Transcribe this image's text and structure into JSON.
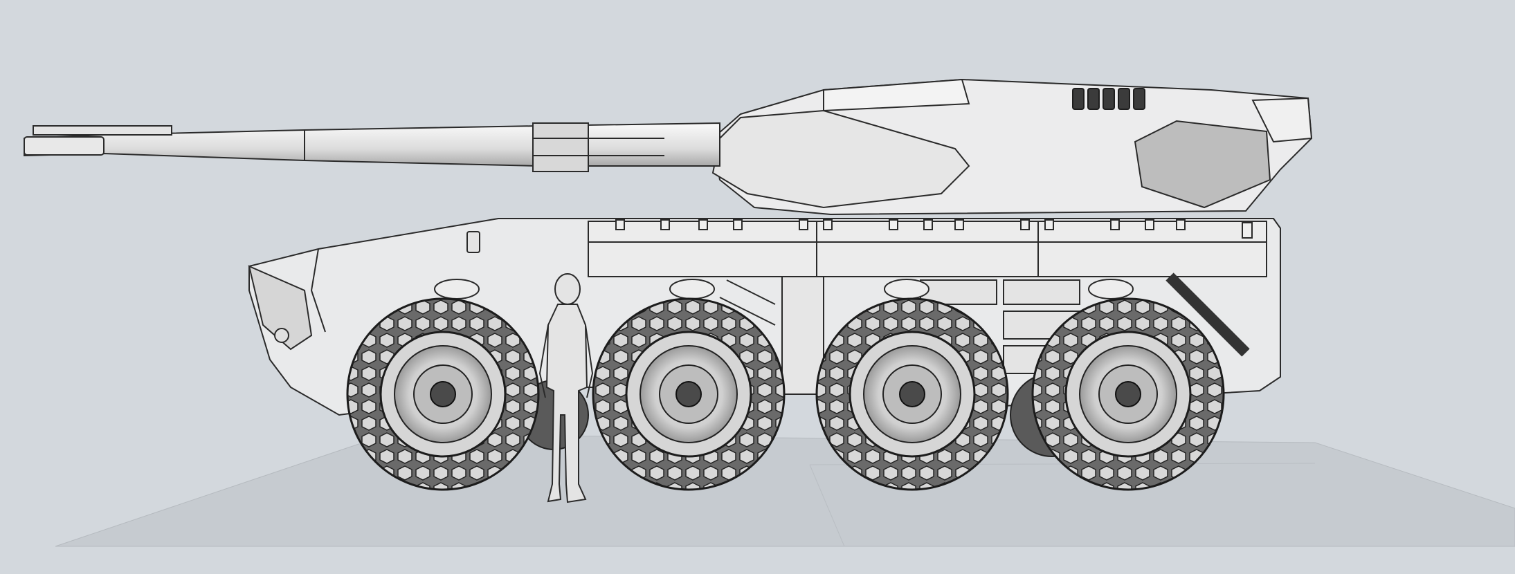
{
  "scene": {
    "subject": "wheeled-armored-vehicle-side-view",
    "figure": "human-scale-figure",
    "wheel_count": 4,
    "colors": {
      "background": "#d3d8dd",
      "floor": "#c6cbd0",
      "body": "#e9eaeb",
      "line": "#2a2a2a",
      "tire": "#555555",
      "shadow": "#8a8d90"
    }
  }
}
